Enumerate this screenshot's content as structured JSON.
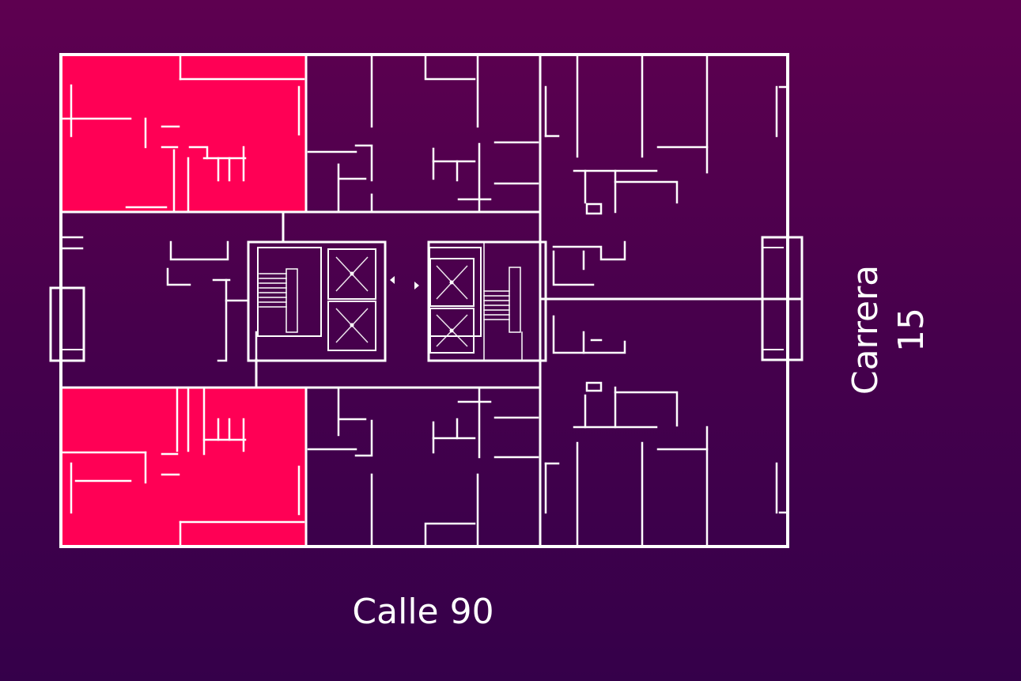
{
  "streets": {
    "bottom": "Calle 90",
    "right_line1": "Carrera",
    "right_line2": "15"
  },
  "colors": {
    "background_top": "#5e0050",
    "background_bottom": "#35004a",
    "highlight": "#ff0055",
    "lines": "#ffffff"
  },
  "units": [
    {
      "name": "unit-top-left",
      "highlighted": true
    },
    {
      "name": "unit-top-middle",
      "highlighted": false
    },
    {
      "name": "unit-top-right",
      "highlighted": false
    },
    {
      "name": "unit-bottom-left",
      "highlighted": true
    },
    {
      "name": "unit-bottom-middle",
      "highlighted": false
    },
    {
      "name": "unit-bottom-right",
      "highlighted": false
    }
  ]
}
